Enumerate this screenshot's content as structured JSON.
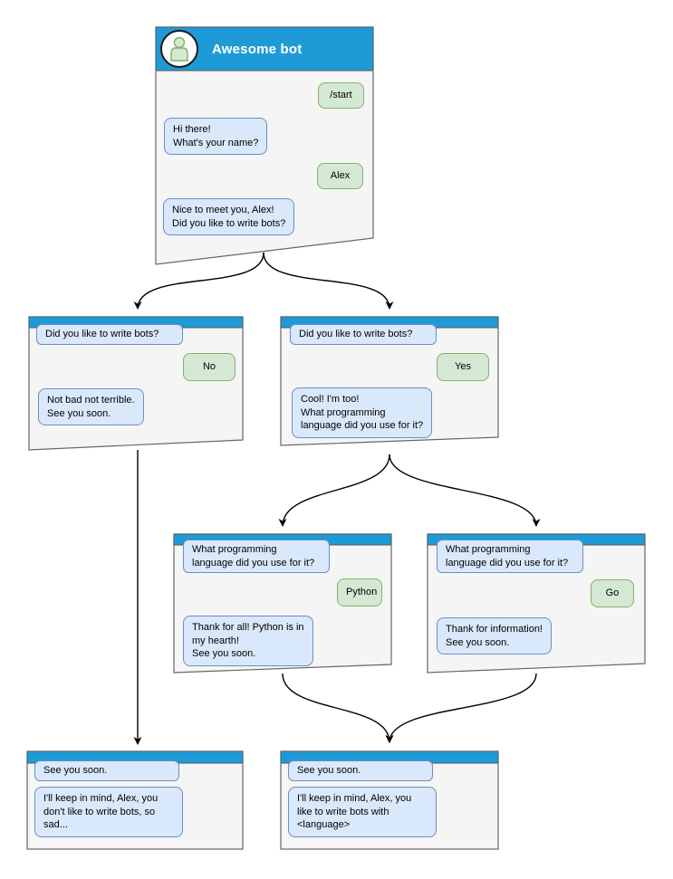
{
  "colors": {
    "header_blue": "#1E9BD7",
    "window_bg": "#F5F5F5",
    "window_border": "#666666",
    "bot_bubble_bg": "#DAE8FC",
    "bot_bubble_border": "#6C8EBF",
    "user_bubble_bg": "#D5E8D4",
    "user_bubble_border": "#82B366",
    "arrow": "#000000"
  },
  "main_window": {
    "title": "Awesome bot",
    "avatar": "person-icon",
    "messages": {
      "start": "/start",
      "greeting": "Hi there!\nWhat's your name?",
      "name": "Alex",
      "nice": "Nice to meet you, Alex!\nDid you like to write bots?"
    }
  },
  "branch_no": {
    "question": "Did you like to write bots?",
    "answer": "No",
    "reply": "Not bad not terrible.\nSee you soon."
  },
  "branch_yes": {
    "question": "Did you like to write bots?",
    "answer": "Yes",
    "reply": "Cool! I'm too!\nWhat programming\nlanguage did you use for it?"
  },
  "branch_python": {
    "question": "What programming\nlanguage did you use for it?",
    "answer": "Python",
    "reply": "Thank for all! Python is in\nmy hearth!\nSee you soon."
  },
  "branch_go": {
    "question": "What programming\nlanguage did you use for it?",
    "answer": "Go",
    "reply": "Thank for information!\nSee you soon."
  },
  "end_no": {
    "question": "See you soon.",
    "reply": "I'll keep in mind, Alex, you\ndon't like to write bots, so\nsad..."
  },
  "end_yes": {
    "question": "See you soon.",
    "reply": "I'll keep in mind, Alex, you\nlike to write bots with\n<language>"
  }
}
